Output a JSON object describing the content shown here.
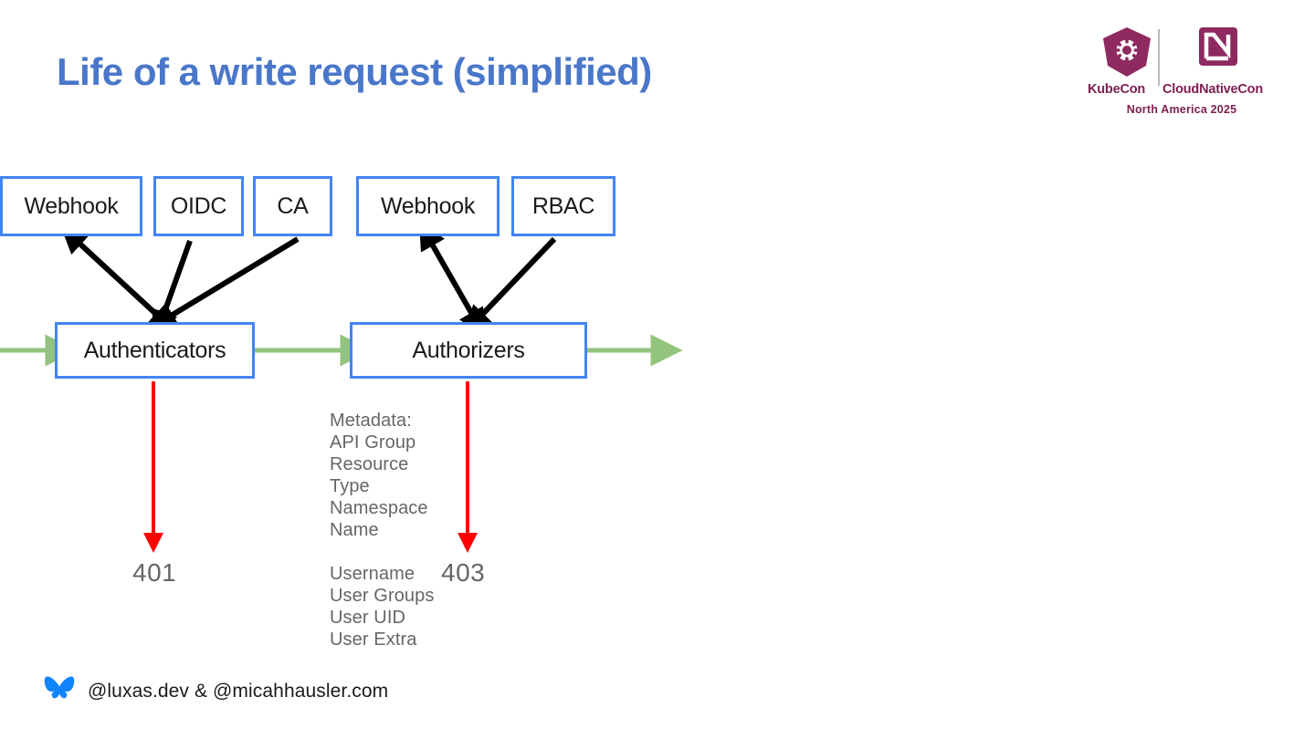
{
  "slide": {
    "title": "Life of a write request (simplified)"
  },
  "logo": {
    "kubecon_label": "KubeCon",
    "cloudnativecon_label": "CloudNativeCon",
    "edition": "North America 2025",
    "brand_color": "#7c1f50",
    "kubecon_icon": "kubernetes-helm-icon",
    "cloudnativecon_icon": "cncf-square-icon"
  },
  "diagram": {
    "nodes": [
      {
        "id": "webhook-auth",
        "label": "Webhook"
      },
      {
        "id": "oidc",
        "label": "OIDC"
      },
      {
        "id": "ca",
        "label": "CA"
      },
      {
        "id": "webhook-authz",
        "label": "Webhook"
      },
      {
        "id": "rbac",
        "label": "RBAC"
      },
      {
        "id": "authenticators",
        "label": "Authenticators"
      },
      {
        "id": "authorizers",
        "label": "Authorizers"
      }
    ],
    "colors": {
      "node_border": "#4285f4",
      "flow_arrow": "#93c47d",
      "plugin_arrow": "#000000",
      "reject_arrow": "#ff0000",
      "annotation_text": "#666666"
    },
    "status_codes": {
      "authentication_failure": "401",
      "authorization_failure": "403"
    },
    "metadata_attributes": [
      "Metadata:",
      "API Group",
      "Resource",
      "Type",
      "Namespace",
      "Name"
    ],
    "user_attributes": [
      "Username",
      "User Groups",
      "User UID",
      "User Extra"
    ]
  },
  "footer": {
    "handles": "@luxas.dev & @micahhausler.com",
    "icon": "bluesky-butterfly-icon"
  }
}
